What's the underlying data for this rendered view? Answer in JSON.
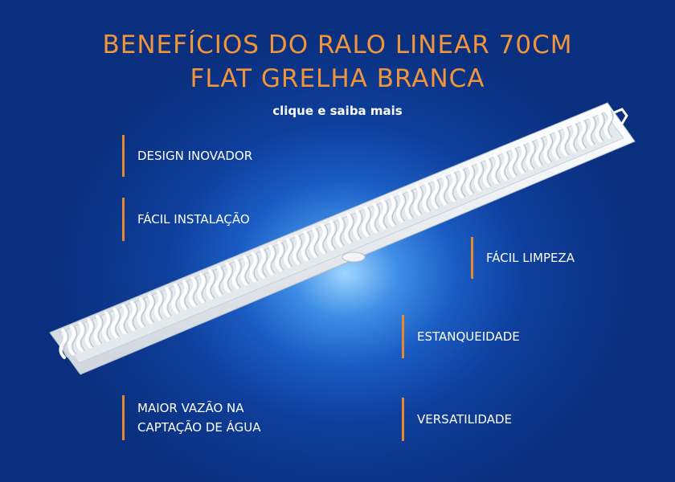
{
  "header": {
    "title_line1": "BENEFÍCIOS DO RALO LINEAR 70CM",
    "title_line2": "FLAT GRELHA BRANCA",
    "subtitle": "clique e saiba mais"
  },
  "benefits": [
    {
      "lines": [
        "DESIGN INOVADOR"
      ]
    },
    {
      "lines": [
        "FÁCIL INSTALAÇÃO"
      ]
    },
    {
      "lines": [
        "FÁCIL LIMPEZA"
      ]
    },
    {
      "lines": [
        "ESTANQUEIDADE"
      ]
    },
    {
      "lines": [
        "MAIOR VAZÃO NA",
        "CAPTAÇÃO DE ÁGUA"
      ]
    },
    {
      "lines": [
        "VERSATILIDADE"
      ]
    }
  ],
  "colors": {
    "title": "#f0953a",
    "accent_bar": "#e8892e",
    "text": "#ffffff",
    "background": "#0e3f9c",
    "drain": "#f4f6f8"
  }
}
